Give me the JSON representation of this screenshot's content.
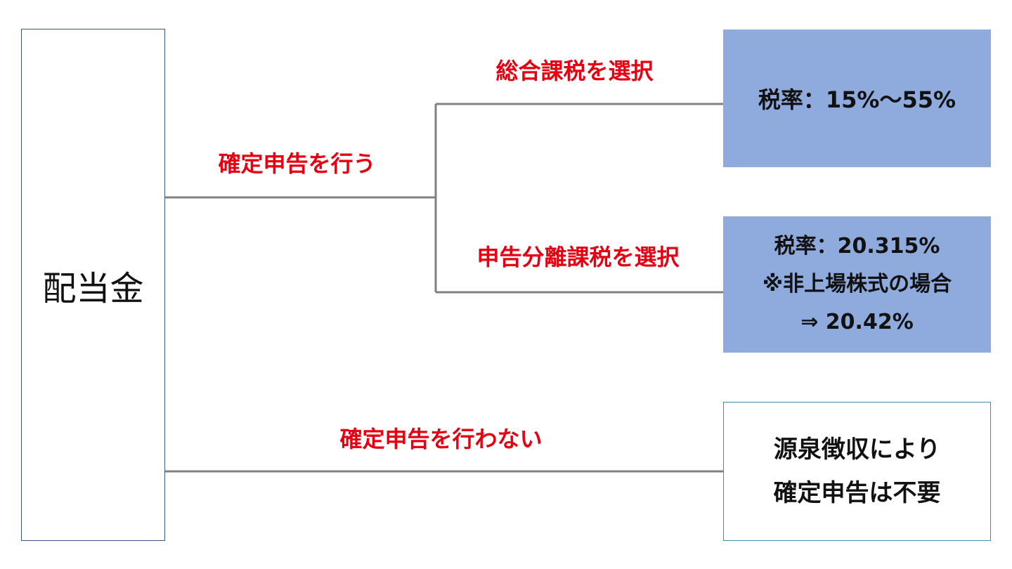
{
  "root": {
    "label": "配当金"
  },
  "branches": {
    "file_return": {
      "label": "確定申告を行う",
      "options": {
        "comprehensive": {
          "label": "総合課税を選択",
          "result": "税率：15%～55%"
        },
        "separate": {
          "label": "申告分離課税を選択",
          "result_lines": [
            "税率：20.315%",
            "※非上場株式の場合",
            "⇒ 20.42%"
          ]
        }
      }
    },
    "no_return": {
      "label": "確定申告を行わない",
      "result_lines": [
        "源泉徴収により",
        "確定申告は不要"
      ]
    }
  },
  "colors": {
    "label_text": "#e60012",
    "result_fill": "#8faadc",
    "connector": "#808080",
    "root_border": "#3c5a86"
  }
}
